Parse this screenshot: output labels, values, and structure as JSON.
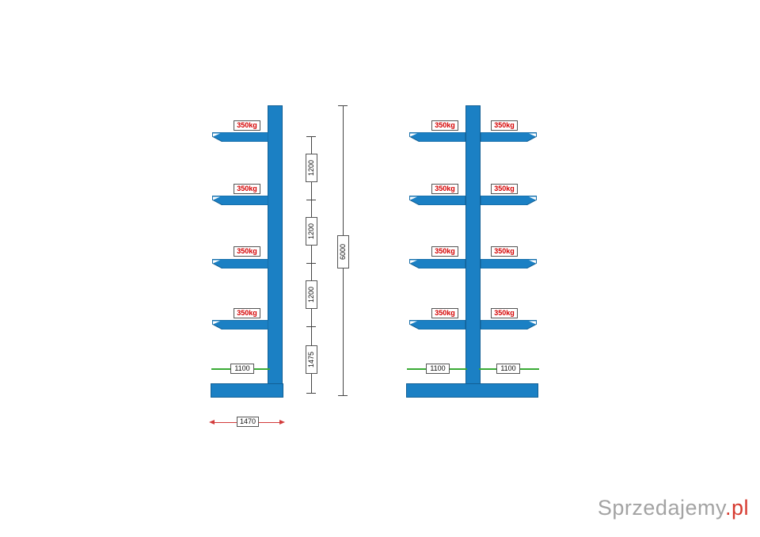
{
  "diagram": {
    "racks": [
      {
        "name": "single-sided-cantilever",
        "arm_loads": [
          "350kg",
          "350kg",
          "350kg",
          "350kg"
        ],
        "arm_length_label": "1100",
        "base_width_label": "1470"
      },
      {
        "name": "double-sided-cantilever",
        "left_arm_loads": [
          "350kg",
          "350kg",
          "350kg",
          "350kg"
        ],
        "right_arm_loads": [
          "350kg",
          "350kg",
          "350kg",
          "350kg"
        ],
        "left_arm_length_label": "1100",
        "right_arm_length_label": "1100"
      }
    ],
    "dimensions": {
      "level_spacings": [
        "1200",
        "1200",
        "1200"
      ],
      "bottom_level_height": "1475",
      "total_height": "6000"
    },
    "colors": {
      "steel_blue": "#1b80c4",
      "load_label_red": "#d40000",
      "dimension_green": "#3aaa35",
      "dimension_red": "#d23b3b"
    },
    "watermark": {
      "brand": "Sprzedajemy",
      "suffix": ".pl"
    }
  }
}
